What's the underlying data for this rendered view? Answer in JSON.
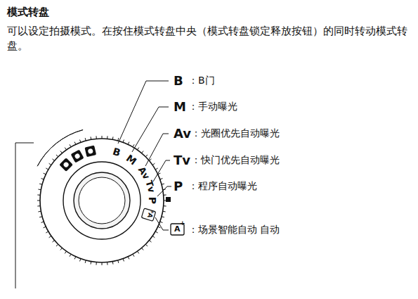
{
  "diagram": {
    "title": "模式转盘",
    "labels": [
      "可以设定拍摄模式。在按住模式转盘中央（模式转盘锁定释放按钮）的同时转动模式转盘。",
      "B",
      "M",
      "Av",
      "Tv",
      "P",
      "A",
      "+",
      "B",
      "：B门",
      "M",
      "：手动曝光",
      "Av",
      "：光圈优先自动曝光",
      "Tv",
      "：快门优先自动曝光",
      "P",
      "：程序自动曝光",
      "A",
      "+",
      "：场景智能自动 自动"
    ]
  }
}
